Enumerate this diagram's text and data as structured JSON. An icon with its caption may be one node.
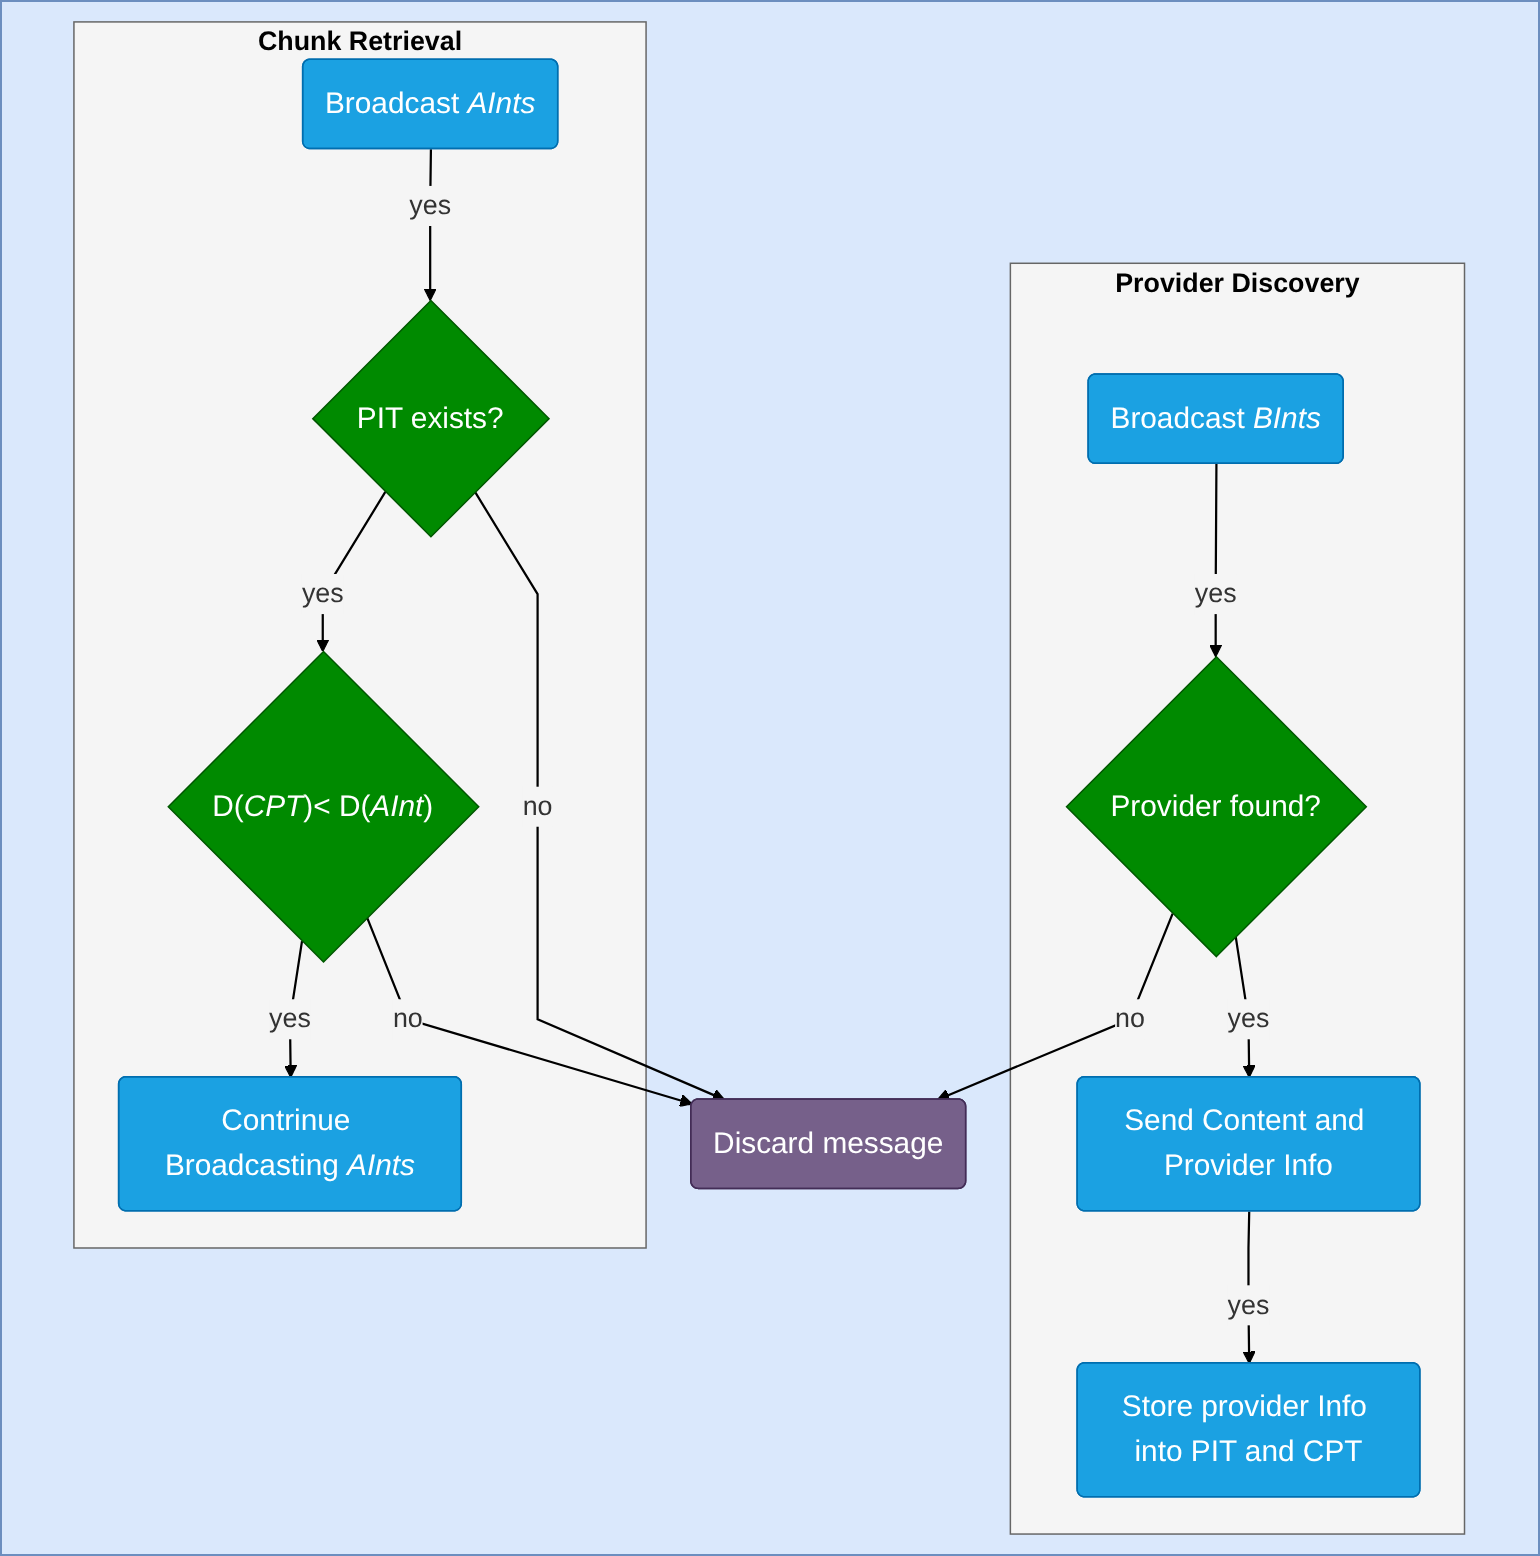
{
  "diagram": {
    "nodes": [
      {
        "text": [
          "Provider Discovery"
        ]
      },
      {
        "text": [
          "Broadcast *BInts*"
        ],
        "in": 0
      },
      {
        "text": [
          "Provider found?"
        ],
        "in": 0
      },
      {
        "text": [
          "Send Content and Provider Info"
        ],
        "in": 0
      },
      {
        "text": [
          "Store provider Info into PIT and CPT"
        ],
        "in": 0
      },
      {
        "text": [
          "Discard message"
        ]
      },
      {
        "text": [
          "Chunk Retrieval"
        ]
      },
      {
        "text": [
          "Broadcast *AInts*"
        ],
        "in": 6
      },
      {
        "text": [
          "PIT exists?"
        ],
        "in": 6
      },
      {
        "text": [
          "D(*CPT*)< D(*AInt*)"
        ],
        "in": 6
      },
      {
        "text": [
          "Contrinue Broadcasting *AInts*"
        ],
        "in": 6
      }
    ],
    "edges": [
      {
        "from": 1,
        "to": 2,
        "arrow": "to",
        "label": "yes"
      },
      {
        "from": 2,
        "to": 3,
        "arrow": "to",
        "label": "yes"
      },
      {
        "from": 2,
        "to": 5,
        "arrow": "to",
        "label": "no"
      },
      {
        "from": 3,
        "to": 4,
        "arrow": "to",
        "label": "yes"
      },
      {
        "from": 7,
        "to": 8,
        "arrow": "to",
        "label": "yes"
      },
      {
        "from": 8,
        "to": 9,
        "arrow": "to",
        "label": "yes"
      },
      {
        "from": 8,
        "to": 5,
        "arrow": "to",
        "label": "no"
      },
      {
        "from": 9,
        "to": 5,
        "arrow": "to",
        "label": "no"
      },
      {
        "from": 9,
        "to": 10,
        "arrow": "to",
        "label": "yes"
      }
    ]
  }
}
